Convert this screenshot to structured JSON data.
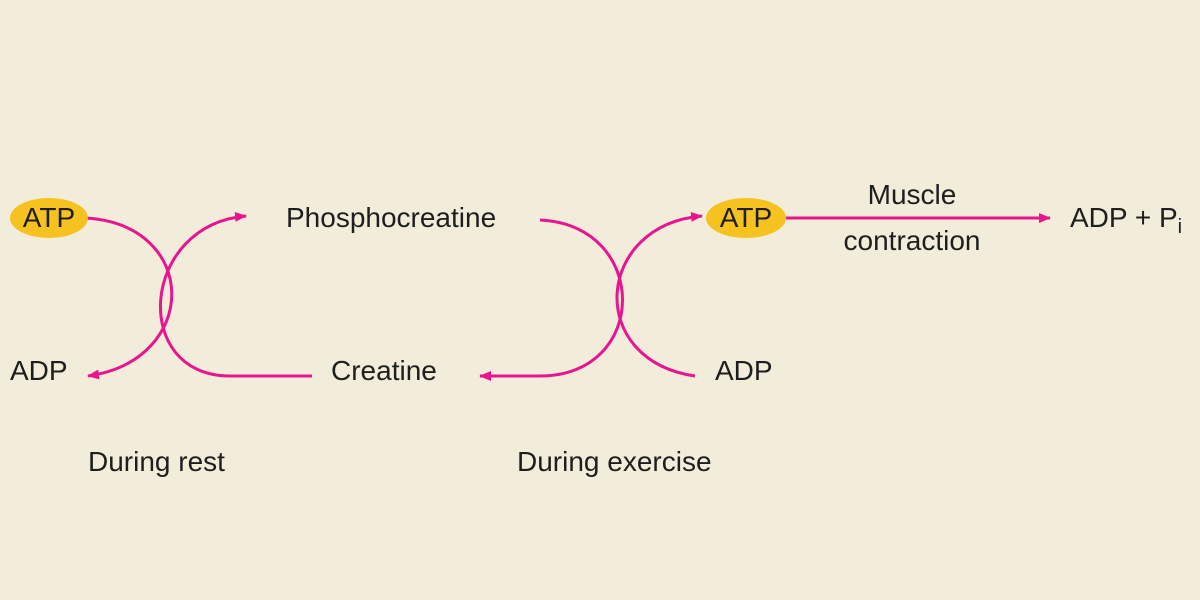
{
  "colors": {
    "background": "#f2ecda",
    "arrow": "#e8158f",
    "atp_highlight": "#f6c21f",
    "text": "#1e1e1e"
  },
  "labels": {
    "atp_left": "ATP",
    "adp_left": "ADP",
    "phosphocreatine": "Phosphocreatine",
    "creatine": "Creatine",
    "atp_right": "ATP",
    "adp_right": "ADP",
    "muscle": "Muscle",
    "contraction": "contraction",
    "products": "ADP + P",
    "products_sub": "i",
    "during_rest": "During rest",
    "during_exercise": "During exercise"
  }
}
